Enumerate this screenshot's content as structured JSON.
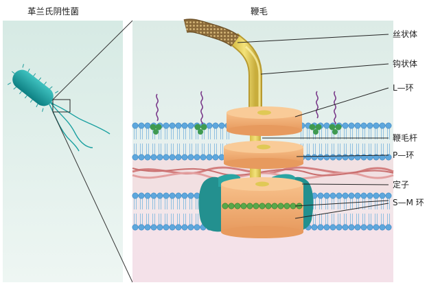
{
  "titles": {
    "left": "革兰氏阴性菌",
    "right": "鞭毛"
  },
  "labels": [
    {
      "id": "filament",
      "text": "丝状体"
    },
    {
      "id": "hook",
      "text": "钩状体"
    },
    {
      "id": "l_ring",
      "text": "L—环"
    },
    {
      "id": "rod",
      "text": "鞭毛杆"
    },
    {
      "id": "p_ring",
      "text": "P—环"
    },
    {
      "id": "stator",
      "text": "定子"
    },
    {
      "id": "sm_ring",
      "text": "S—M 环"
    }
  ],
  "colors": {
    "panel_bg": "#e2efe9",
    "membrane_blue": "#7cb6e2",
    "lipid_head": "#5ea7dd",
    "peptidoglycan": "#d98a8a",
    "ring_orange": "#f3b77e",
    "stator_teal": "#2a9a9a",
    "rod_yellow": "#e9d560",
    "filament_brown": "#8a6a3a",
    "bacterium_teal": "#1aa0a0"
  }
}
